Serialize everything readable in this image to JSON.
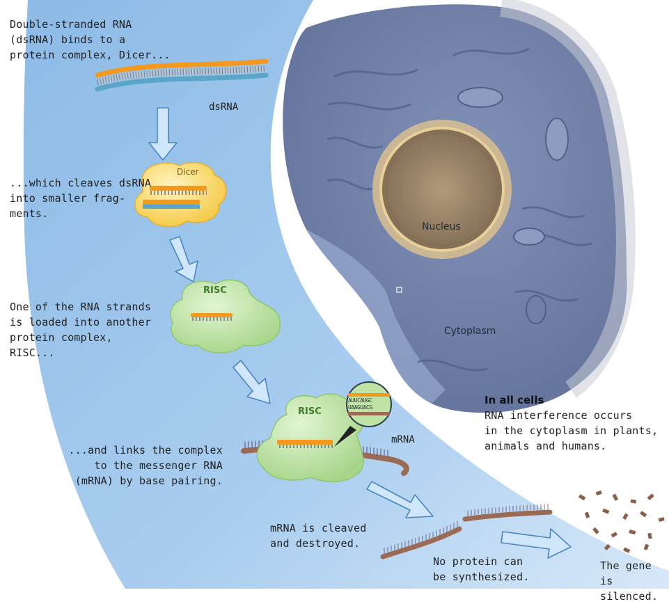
{
  "steps": {
    "s1": "Double-stranded RNA\n(dsRNA) binds to a\nprotein complex, Dicer...",
    "s2": "...which cleaves dsRNA\ninto smaller frag-\nments.",
    "s3": "One of the RNA strands\nis loaded into another\nprotein complex,\nRISC...",
    "s4": "...and links the complex\nto the messenger RNA\n(mRNA) by base pairing.",
    "s5": "mRNA is cleaved\nand destroyed.",
    "s6": "No protein can\nbe synthesized.",
    "s7": "The gene\nis silenced."
  },
  "labels": {
    "dsrna": "dsRNA",
    "dicer": "Dicer",
    "risc1": "RISC",
    "risc2": "RISC",
    "mrna": "mRNA",
    "nucleus": "Nucleus",
    "cytoplasm": "Cytoplasm",
    "bases_top": "AUUCAUGC",
    "bases_bottom": "UAAGUACG"
  },
  "info": {
    "title": "In all cells",
    "body": "RNA interference occurs\nin the cytoplasm in plants,\nanimals and humans."
  },
  "colors": {
    "band": "#9fc4e8",
    "band_light": "#cfe2f5",
    "cell": "#6f7fa8",
    "nucleus_ring": "#d8b67a",
    "orange_strand": "#f39a1e",
    "blue_strand": "#5aa6c8",
    "risc_green": "#bfe3a5",
    "dicer_yellow": "#fbe07a",
    "mrna_brown": "#9b6a55"
  }
}
